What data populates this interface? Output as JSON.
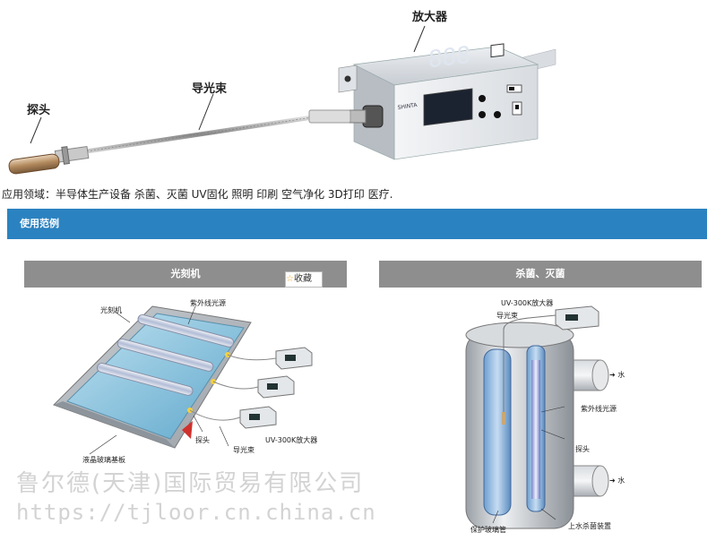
{
  "hero": {
    "amplifier_label": "放大器",
    "fiber_label": "导光束",
    "probe_label": "探头",
    "display_digits": "888",
    "brand_mark": "SHINTA"
  },
  "application_text": "应用领域：半导体生产设备 杀菌、灭菌 UV固化 照明 印刷 空气净化 3D打印 医疗.",
  "section_header": "使用范例",
  "panels": {
    "left": {
      "title": "光刻机",
      "favorite_button": "收藏",
      "labels": {
        "machine": "光刻机",
        "uv_source": "紫外线光源",
        "probe": "探头",
        "fiber": "导光束",
        "amplifier": "UV-300K放大器",
        "glass": "液晶玻璃基板"
      }
    },
    "right": {
      "title": "杀菌、灭菌",
      "labels": {
        "amplifier": "UV-300K放大器",
        "fiber": "导光束",
        "water_in": "水",
        "uv_source": "紫外线光源",
        "probe": "探头",
        "water_out": "水",
        "protect_tube": "保护玻璃管",
        "device": "上水杀菌装置"
      }
    }
  },
  "watermark": {
    "company": "鲁尔德(天津)国际贸易有限公司",
    "url": "https://tjloor.cn.china.cn"
  },
  "colors": {
    "accent": "#2b82c0",
    "panel_header": "#8e8e8e",
    "uv_blue": "#a9c9ee"
  },
  "icons": {
    "favorite": "star-icon",
    "water_flow": "arrow-right-icon"
  }
}
